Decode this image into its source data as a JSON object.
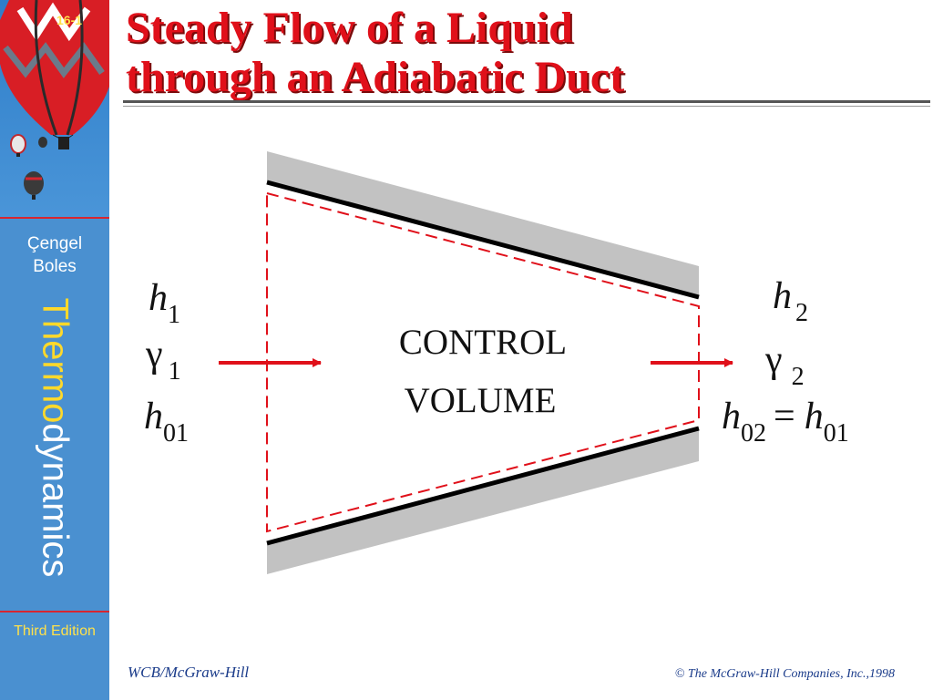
{
  "sidebar": {
    "slide_number": "16-1",
    "author_line1": "Çengel",
    "author_line2": "Boles",
    "book_title_part1": "Thermo",
    "book_title_part2": "dynamics",
    "edition": "Third Edition"
  },
  "title": {
    "line1": "Steady Flow of a Liquid",
    "line2": "through an Adiabatic Duct"
  },
  "diagram": {
    "control_volume_line1": "CONTROL",
    "control_volume_line2": "VOLUME",
    "inlet": {
      "enthalpy_symbol": "h",
      "enthalpy_sub": "1",
      "gamma_symbol": "γ",
      "gamma_sub": "1",
      "stagnation_symbol": "h",
      "stagnation_sub": "01"
    },
    "outlet": {
      "enthalpy_symbol": "h",
      "enthalpy_sub": "2",
      "gamma_symbol": "γ",
      "gamma_sub": "2",
      "stagnation_symbol": "h",
      "stagnation_sub": "02",
      "equals": "=",
      "rhs_symbol": "h",
      "rhs_sub": "01"
    },
    "colors": {
      "wall": "#c2c2c2",
      "arrow": "#e0101a",
      "boundary": "#e0101a"
    }
  },
  "footer": {
    "publisher": "WCB/McGraw-Hill",
    "copyright": "© The McGraw-Hill Companies, Inc.,1998"
  }
}
